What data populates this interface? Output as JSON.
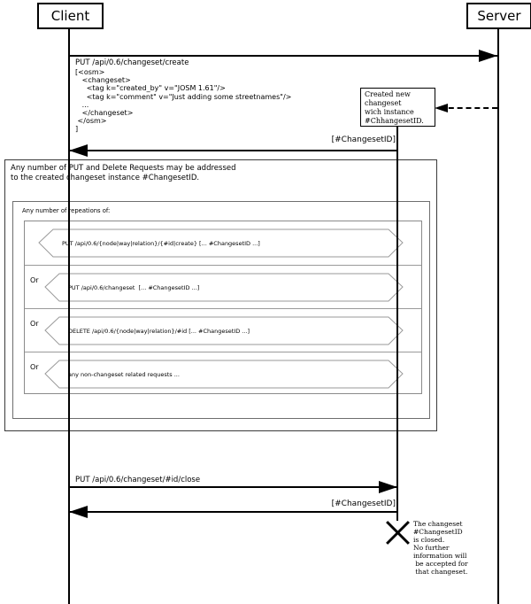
{
  "diagram": {
    "actors": {
      "client": "Client",
      "server": "Server"
    },
    "messages": {
      "create_request_label": "PUT /api/0.6/changeset/create",
      "create_request_payload": "[<osm>\n   <changeset>\n     <tag k=\"created_by\" v=\"JOSM 1.61\"/>\n     <tag k=\"comment\" v=\"Just adding some streetnames\"/>\n   ...\n   </changeset>\n </osm>\n]",
      "create_response_label": "[#ChangesetID]",
      "close_request_label": "PUT /api/0.6/changeset/#id/close",
      "close_response_label": "[#ChangesetID]"
    },
    "notes": {
      "created_changeset_note": "Created new\nchangeset\nwich instance\n#ChhangesetID.",
      "closed_changeset_note": "The changeset\n#ChangesetID\nis closed.\nNo further\ninformation will\n be accepted for\n that changeset."
    },
    "frames": {
      "outer_label": "Any number of PUT and Delete Requests may be addressed\nto the created changeset instance #ChangesetID.",
      "repetition_label": "Any number of repeations of:",
      "or_label": "Or",
      "requests": [
        "PUT /api/0.6/{node|way|relation}/{#id|create} [... #ChangesetID ...]",
        "PUT /api/0.6/changeset  [... #ChangesetID ...]",
        "DELETE /api/0.6/{node|way|relation}/#id [... #ChangesetID ...]",
        "any non-changeset related requests ..."
      ]
    },
    "colors": {
      "line": "#000000",
      "outer_frame_border": "#3a3a3a",
      "inner_frame_border": "#8a8a8a",
      "hexagon_border": "#9a9a9a",
      "background": "#ffffff"
    }
  }
}
